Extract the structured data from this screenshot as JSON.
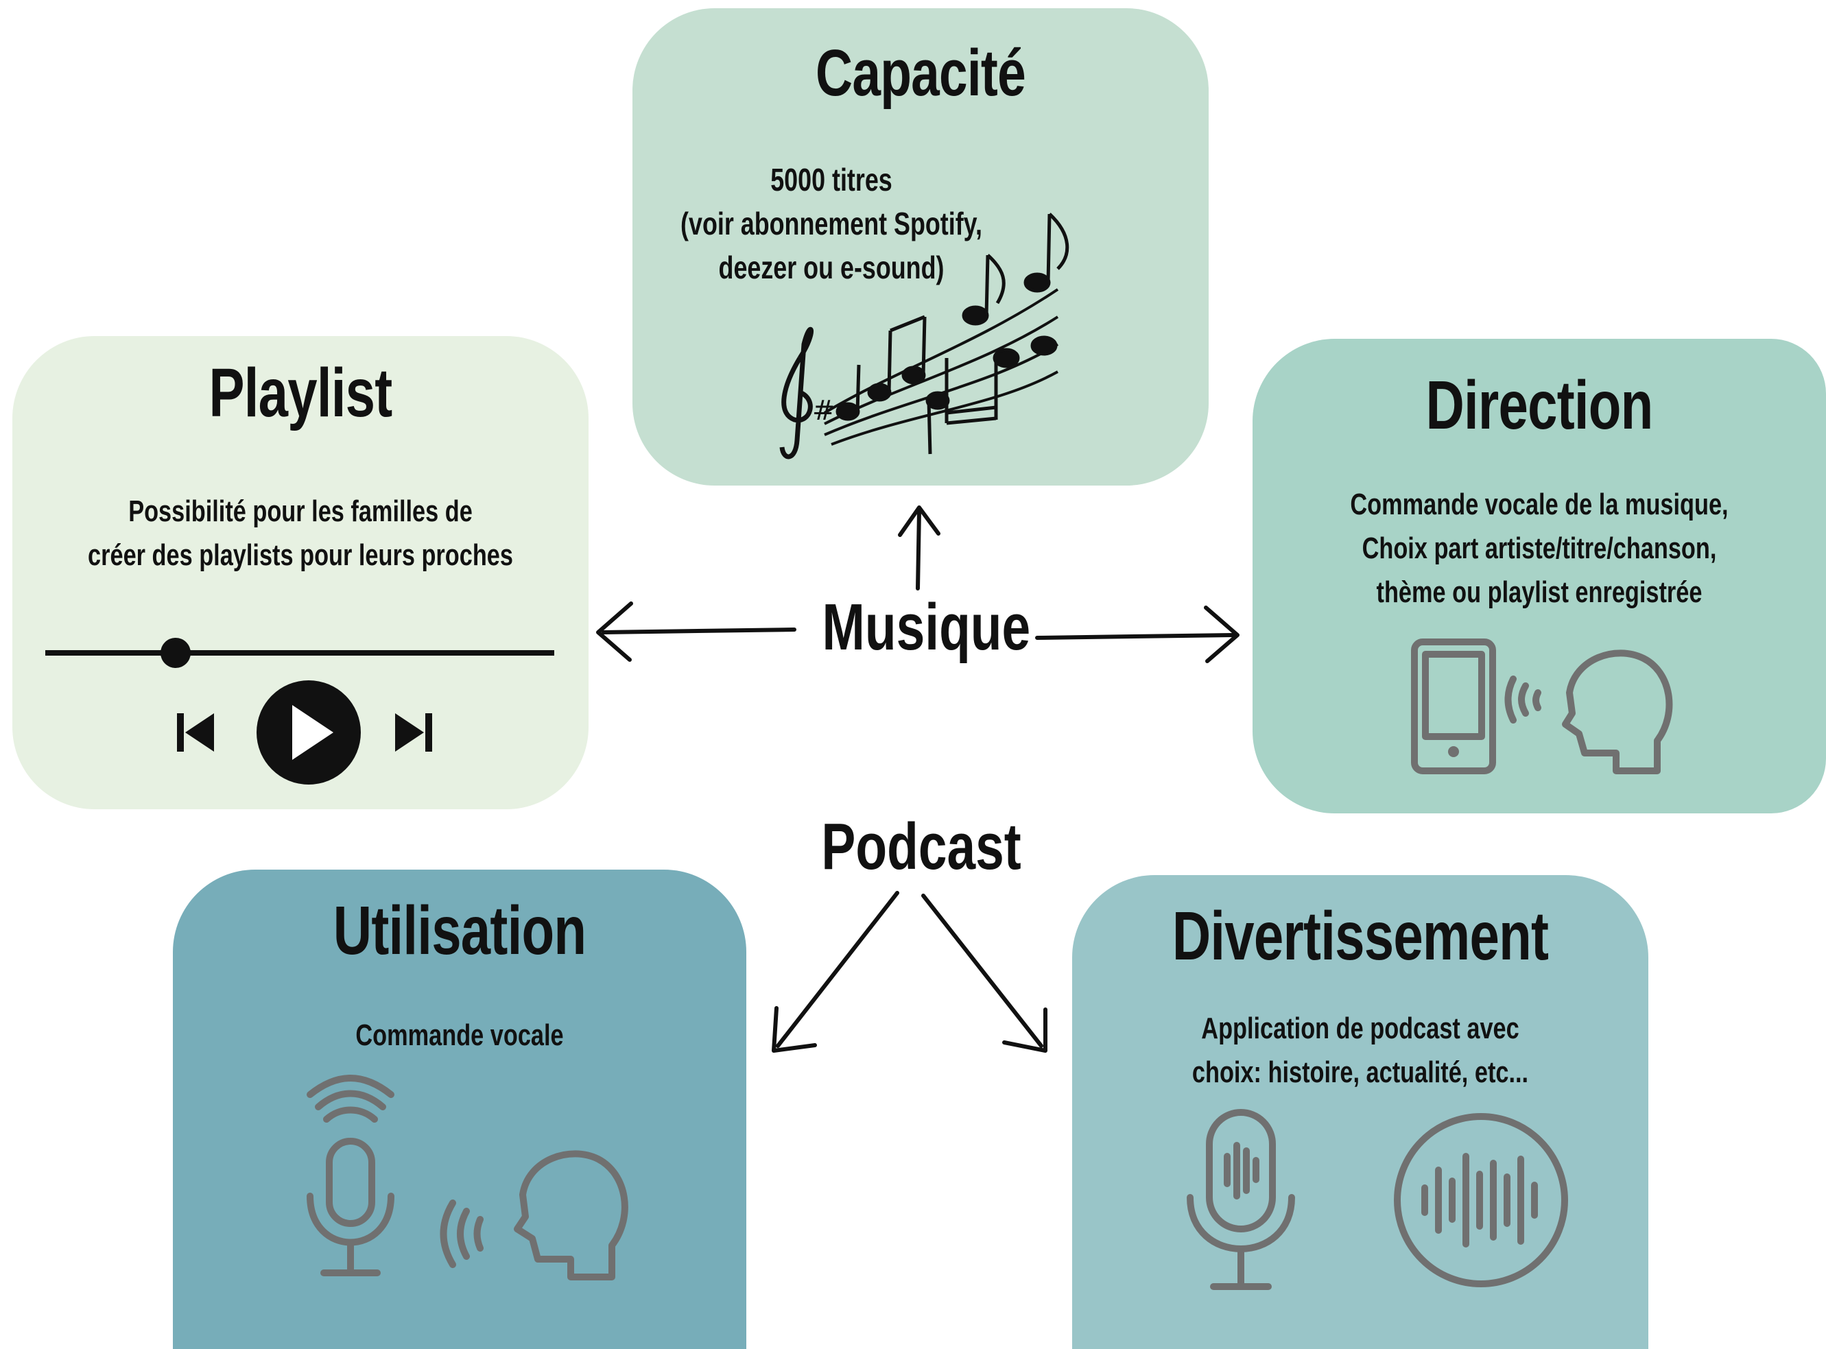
{
  "colors": {
    "capacite_bg": "#c5dfd1",
    "playlist_bg": "#e7f1e2",
    "direction_bg": "#a8d3c7",
    "utilisation_bg": "#77adb9",
    "divertissement_bg": "#99c5c8",
    "icon_gray": "#707070",
    "ink": "#111111"
  },
  "hub": {
    "musique": "Musique",
    "podcast": "Podcast"
  },
  "cards": {
    "capacite": {
      "title": "Capacité",
      "lines": [
        "5000 titres",
        "(voir abonnement Spotify,",
        "deezer ou e-sound)"
      ],
      "icon": "music-notes-icon"
    },
    "playlist": {
      "title": "Playlist",
      "lines": [
        "Possibilité pour les familles de",
        "créer des playlists pour leurs proches"
      ],
      "icon": "media-player-icon"
    },
    "direction": {
      "title": "Direction",
      "lines": [
        "Commande vocale de la musique,",
        "Choix part artiste/titre/chanson,",
        "thème ou playlist enregistrée"
      ],
      "icon": "phone-voice-icon"
    },
    "utilisation": {
      "title": "Utilisation",
      "lines": [
        "Commande vocale"
      ],
      "icon": "microphone-voice-icon"
    },
    "divertissement": {
      "title": "Divertissement",
      "lines": [
        "Application de podcast avec",
        "choix: histoire, actualité, etc..."
      ],
      "icon": "podcast-microphone-icon"
    }
  }
}
